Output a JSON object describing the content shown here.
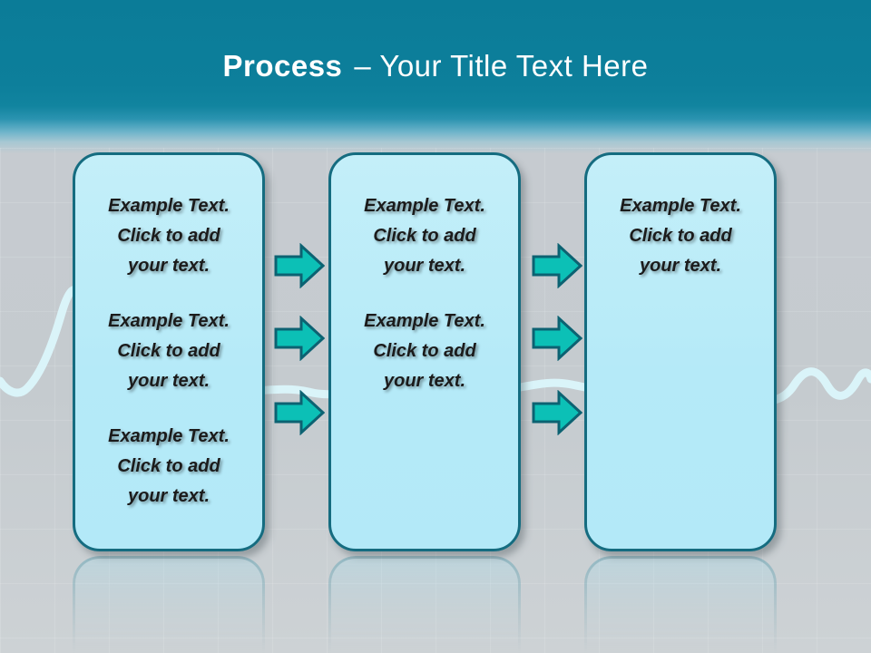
{
  "slide": {
    "title": {
      "keyword": "Process",
      "rest": "– Your Title Text Here"
    },
    "columns": [
      {
        "name": "process-box-1",
        "paragraphs": [
          "Example Text.\nClick  to add\nyour text.",
          "Example Text.\nClick  to add\nyour text.",
          "Example Text.\nClick  to add\nyour text."
        ]
      },
      {
        "name": "process-box-2",
        "paragraphs": [
          "Example Text.\nClick  to add\nyour text.",
          "Example Text.\nClick  to add\nyour text."
        ]
      },
      {
        "name": "process-box-3",
        "paragraphs": [
          "Example Text.\nClick  to add\nyour text."
        ]
      }
    ],
    "arrows": {
      "between_boxes_1_2": 3,
      "between_boxes_2_3": 3,
      "direction": "right"
    },
    "colors": {
      "header_teal": "#0d7f9b",
      "background_gray": "#c5cbcf",
      "box_fill": "#b5eaf8",
      "box_border": "#156c80",
      "arrow_fill": "#0cc0b6",
      "arrow_border": "#0c6272",
      "pulse_wave": "#dbf6fb",
      "title_text": "#ffffff",
      "body_text": "#1b1b1b"
    }
  }
}
